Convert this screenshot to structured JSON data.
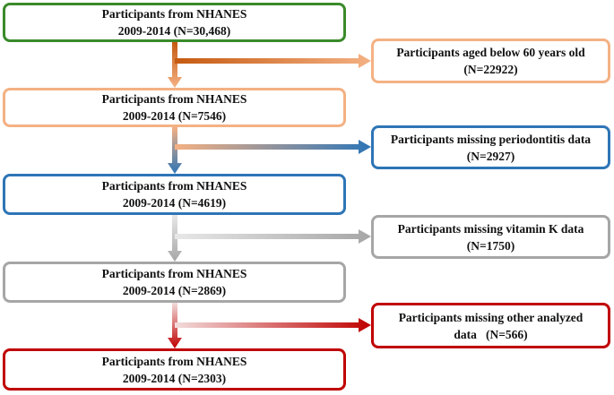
{
  "colors": {
    "green": "#3a8a2a",
    "peach": "#f4b183",
    "blue": "#2e75b6",
    "gray": "#a6a6a6",
    "red": "#c00000"
  },
  "main_boxes": [
    {
      "line1": "Participants from NHANES",
      "line2": "2009-2014 (N=30,468)",
      "color": "#3a8a2a"
    },
    {
      "line1": "Participants from NHANES",
      "line2": "2009-2014 (N=7546)",
      "color": "#f4b183"
    },
    {
      "line1": "Participants from NHANES",
      "line2": "2009-2014 (N=4619)",
      "color": "#2e75b6"
    },
    {
      "line1": "Participants from NHANES",
      "line2": "2009-2014 (N=2869)",
      "color": "#a6a6a6"
    },
    {
      "line1": "Participants from NHANES",
      "line2": "2009-2014 (N=2303)",
      "color": "#c00000"
    }
  ],
  "exclusion_boxes": [
    {
      "line1": "Participants aged below 60 years old",
      "line2": "(N=22922)",
      "color": "#f4b183"
    },
    {
      "line1": "Participants missing periodontitis data",
      "line2": "(N=2927)",
      "color": "#2e75b6"
    },
    {
      "line1": "Participants missing vitamin K data",
      "line2": "(N=1750)",
      "color": "#a6a6a6"
    },
    {
      "line1": "Participants missing other analyzed",
      "line2": "data   (N=566)",
      "color": "#c00000"
    }
  ],
  "arrow_gradients": [
    {
      "from": "#c55a11",
      "to": "#f4b183"
    },
    {
      "from": "#f4b183",
      "to": "#2e75b6"
    },
    {
      "from": "#e8e8e8",
      "to": "#a6a6a6"
    },
    {
      "from": "#f2dcdc",
      "to": "#c00000"
    }
  ]
}
